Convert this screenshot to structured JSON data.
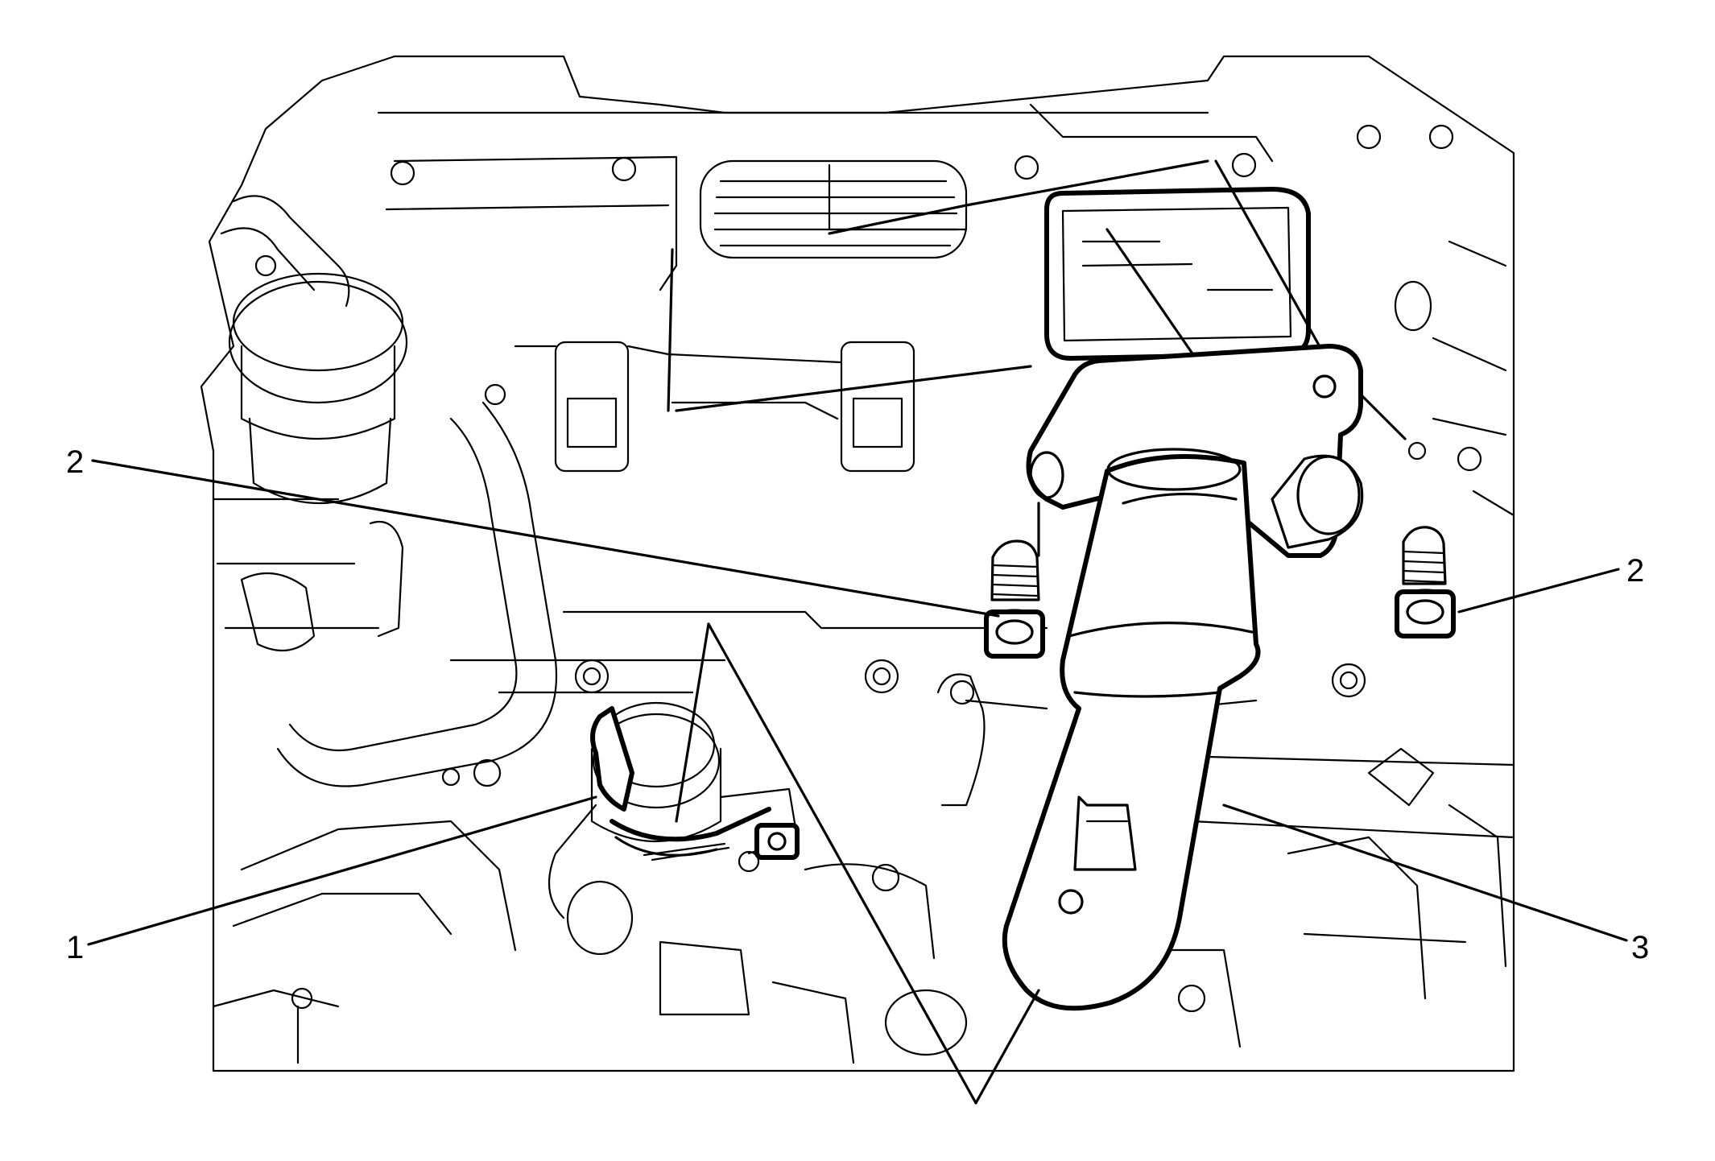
{
  "diagram": {
    "callouts": [
      {
        "id": "1",
        "label": "1"
      },
      {
        "id": "2a",
        "label": "2"
      },
      {
        "id": "2b",
        "label": "2"
      },
      {
        "id": "3",
        "label": "3"
      }
    ]
  }
}
